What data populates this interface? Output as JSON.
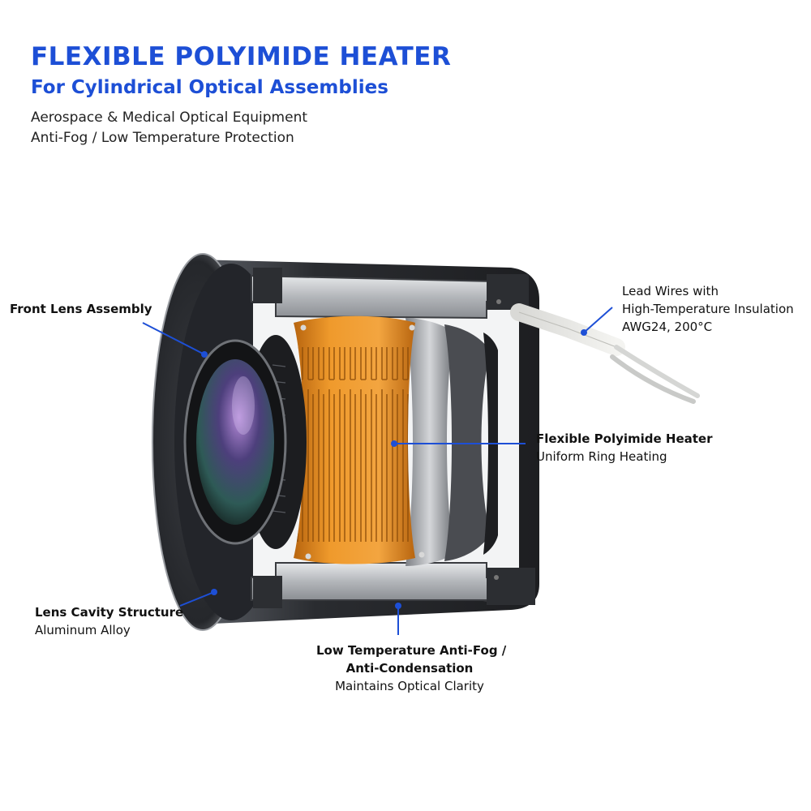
{
  "header": {
    "title": "FLEXIBLE POLYIMIDE HEATER",
    "subtitle": "For Cylindrical Optical Assemblies",
    "tagline_1": "Aerospace & Medical Optical Equipment",
    "tagline_2": "Anti-Fog / Low Temperature Protection"
  },
  "callouts": {
    "front_lens": {
      "title": "Front Lens Assembly"
    },
    "lead_wires": {
      "line_1": "Lead Wires with",
      "line_2": "High-Temperature Insulation",
      "line_3": "AWG24, 200°C"
    },
    "heater": {
      "title": "Flexible Polyimide Heater",
      "subtitle": "Uniform Ring Heating"
    },
    "cavity": {
      "title": "Lens Cavity Structure",
      "subtitle": "Aluminum Alloy"
    },
    "antifog": {
      "title_1": "Low Temperature Anti-Fog /",
      "title_2": "Anti-Condensation",
      "subtitle": "Maintains Optical Clarity"
    }
  },
  "colors": {
    "accent_blue": "#1d4fd6",
    "heater_orange": "#e8921f",
    "housing_dark": "#2b2d31",
    "metal_silver": "#b9bcc0",
    "leader_line": "#1d4fd6"
  }
}
